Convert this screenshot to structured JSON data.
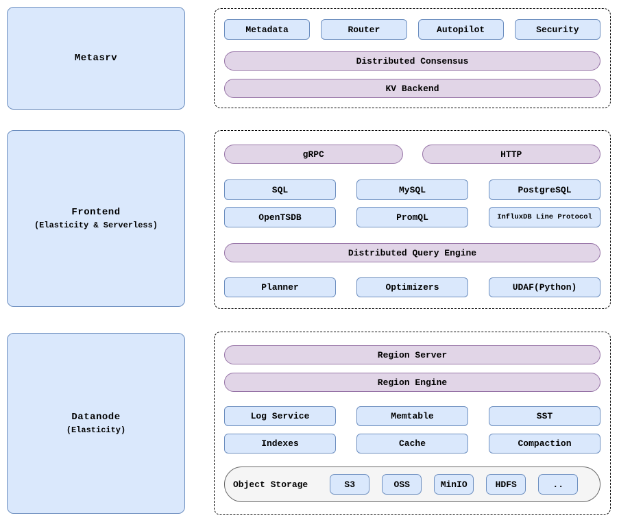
{
  "palette": {
    "node_blue_fill": "#dae8fc",
    "node_blue_border": "#6c8ebf",
    "pill_purple_fill": "#e1d5e7",
    "pill_purple_border": "#9673a6",
    "storage_gray_fill": "#f5f5f5",
    "storage_gray_border": "#666666",
    "dashed_border": "#000000",
    "text": "#000000"
  },
  "rows": {
    "metasrv": {
      "left_title": "Metasrv",
      "chips": [
        "Metadata",
        "Router",
        "Autopilot",
        "Security"
      ],
      "pills": [
        "Distributed Consensus",
        "KV Backend"
      ]
    },
    "frontend": {
      "left_title": "Frontend",
      "left_subtitle": "(Elasticity & Serverless)",
      "top_pills": [
        "gRPC",
        "HTTP"
      ],
      "protocols": [
        "SQL",
        "MySQL",
        "PostgreSQL",
        "OpenTSDB",
        "PromQL",
        "InfluxDB Line Protocol"
      ],
      "engine_pill": "Distributed Query Engine",
      "engine_components": [
        "Planner",
        "Optimizers",
        "UDAF(Python)"
      ]
    },
    "datanode": {
      "left_title": "Datanode",
      "left_subtitle": "(Elasticity)",
      "pills": [
        "Region Server",
        "Region Engine"
      ],
      "components": [
        "Log Service",
        "Memtable",
        "SST",
        "Indexes",
        "Cache",
        "Compaction"
      ],
      "object_storage": {
        "label": "Object Storage",
        "options": [
          "S3",
          "OSS",
          "MinIO",
          "HDFS",
          ".."
        ]
      }
    }
  }
}
